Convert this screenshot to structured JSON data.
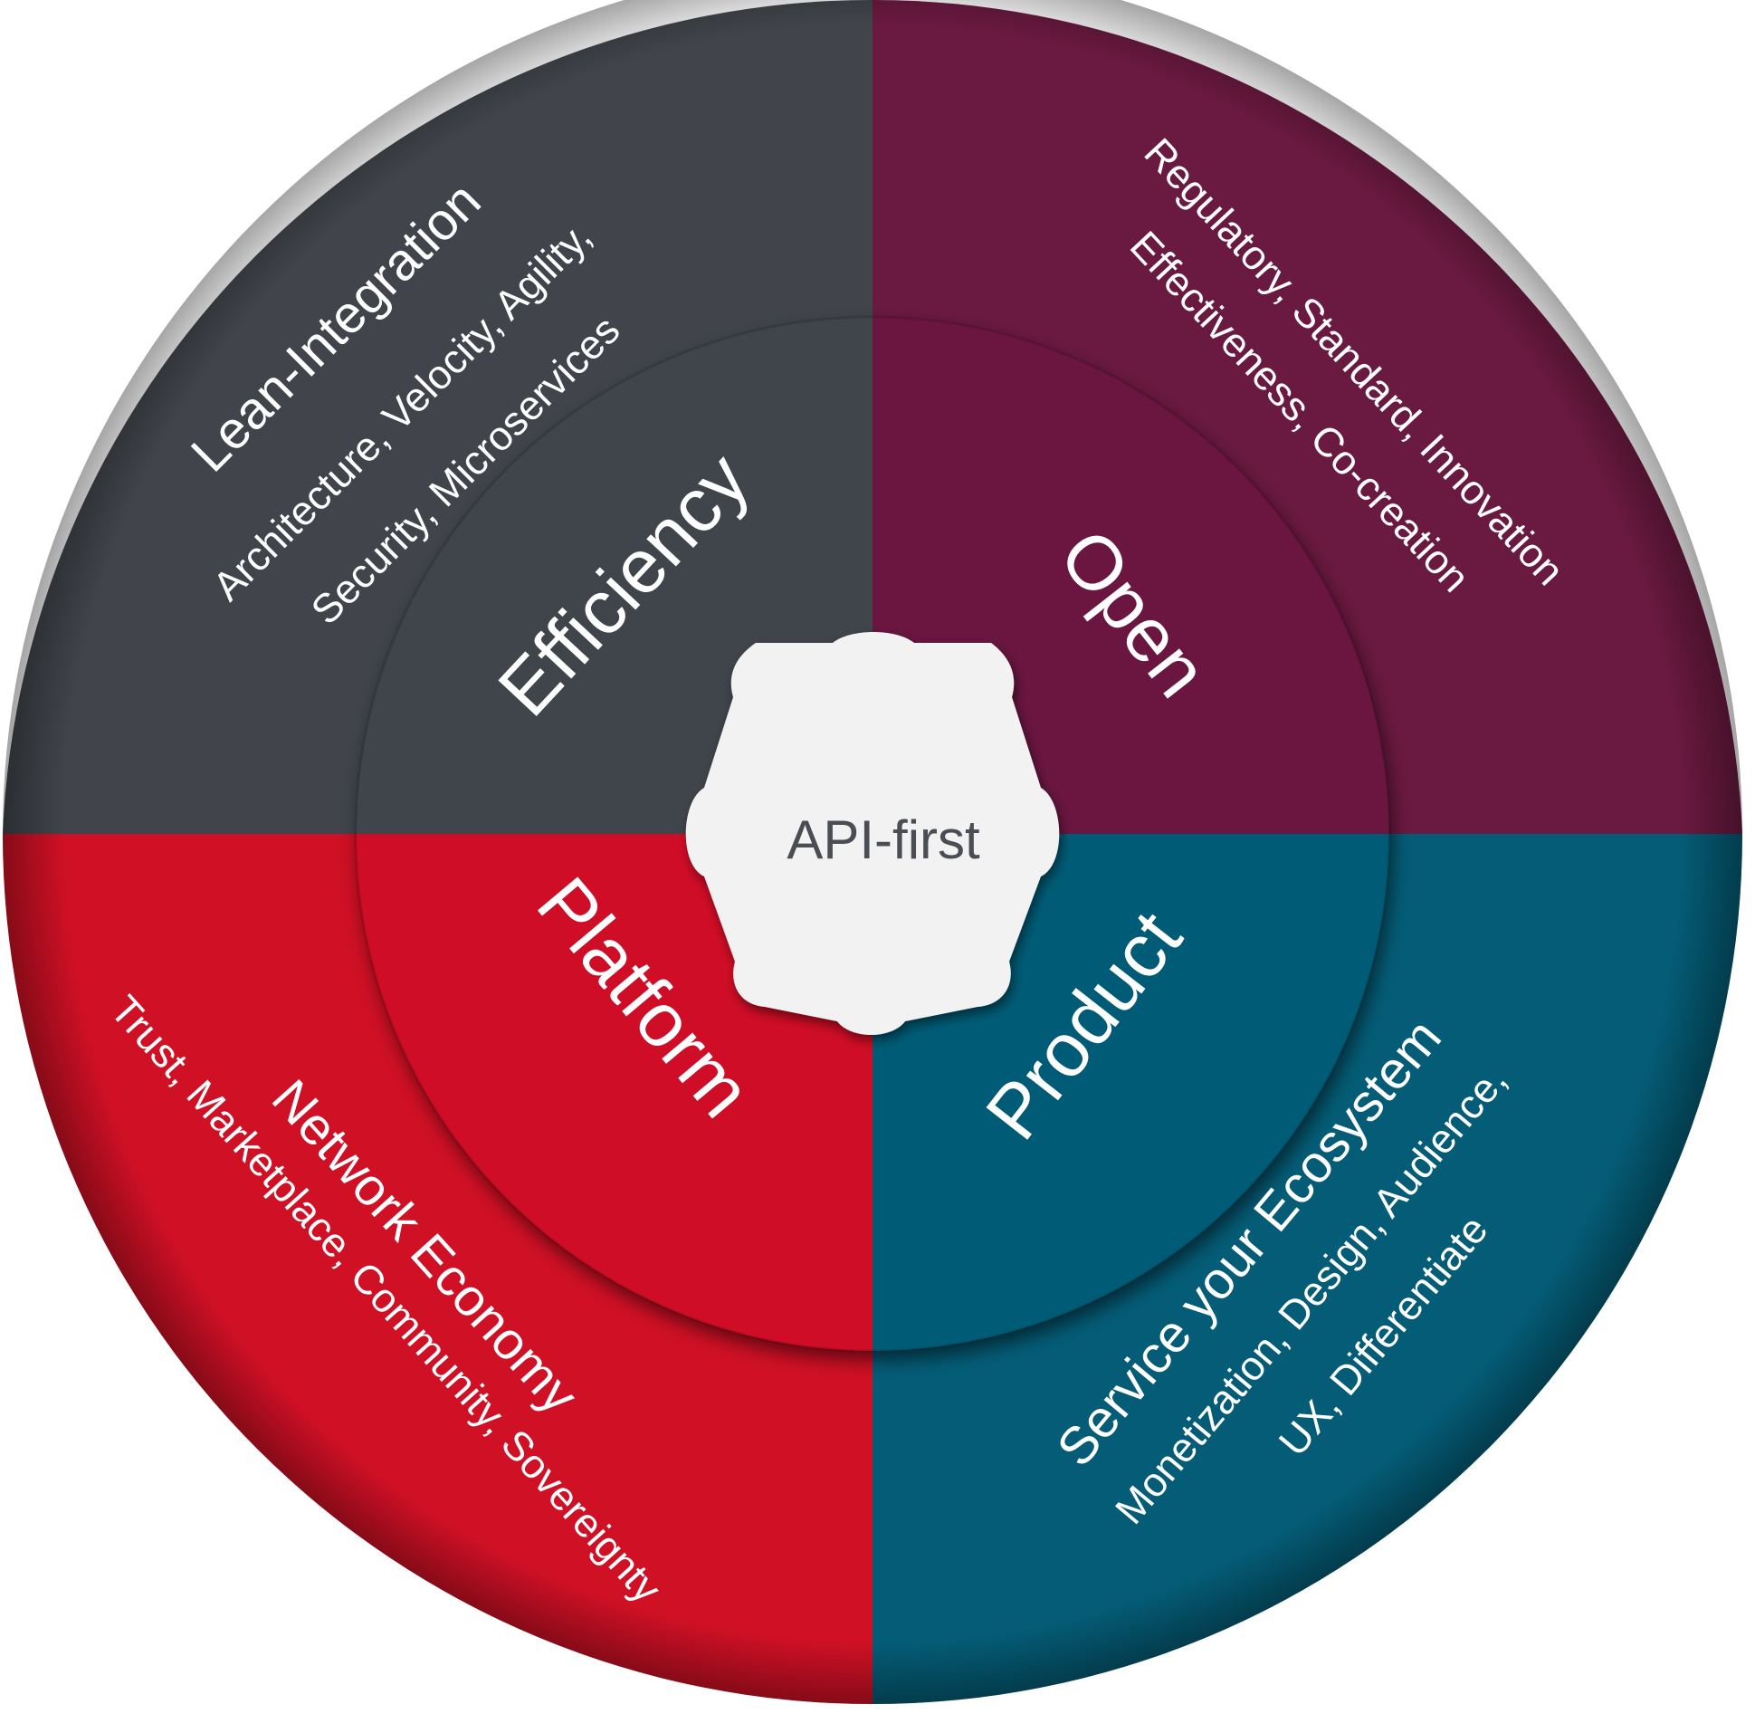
{
  "center": {
    "label": "API-first"
  },
  "colors": {
    "efficiency": "#41454b",
    "open": "#6a1940",
    "platform": "#cf1025",
    "product": "#045c76",
    "gear": "#f2f2f2",
    "gear_text": "#4a4d53"
  },
  "quadrants": [
    {
      "key": "efficiency",
      "inner_label": "Efficiency",
      "outer_title": "Lean-Integration",
      "outer_lines": [
        "Architecture, Velocity, Agility,",
        "Security, Microservices"
      ]
    },
    {
      "key": "open",
      "inner_label": "Open",
      "outer_title": "",
      "outer_lines": [
        "Regulatory, Standard, Innovation",
        "Effectiveness, Co-creation"
      ]
    },
    {
      "key": "platform",
      "inner_label": "Platform",
      "outer_title": "Network Economy",
      "outer_lines": [
        "Trust, Marketplace, Community, Sovereignty"
      ]
    },
    {
      "key": "product",
      "inner_label": "Product",
      "outer_title": "Service your Ecosystem",
      "outer_lines": [
        "Monetization, Design, Audience,",
        "UX, Differentiate"
      ]
    }
  ]
}
